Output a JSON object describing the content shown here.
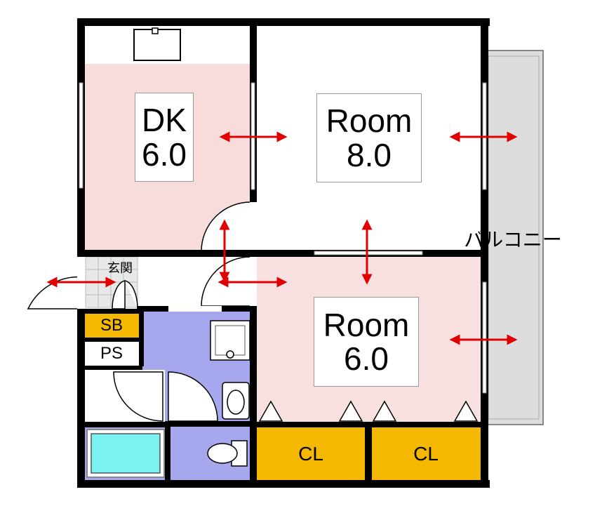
{
  "rooms": {
    "dk": {
      "name": "DK",
      "size": "6.0"
    },
    "room_a": {
      "name": "Room",
      "size": "8.0"
    },
    "room_b": {
      "name": "Room",
      "size": "6.0"
    }
  },
  "labels": {
    "balcony": "バルコニー",
    "entrance": "玄関",
    "shoe_box": "SB",
    "pipe_space": "PS",
    "closet_left": "CL",
    "closet_right": "CL"
  },
  "colors": {
    "wall": "#000000",
    "dk_floor": "#f8dcdc",
    "room6_floor": "#f8e0e0",
    "wet_area": "#a7a7ee",
    "closet": "#f5b800",
    "balcony": "#dddddd",
    "bathtub": "#7af2f2",
    "arrow": "#e00000"
  }
}
